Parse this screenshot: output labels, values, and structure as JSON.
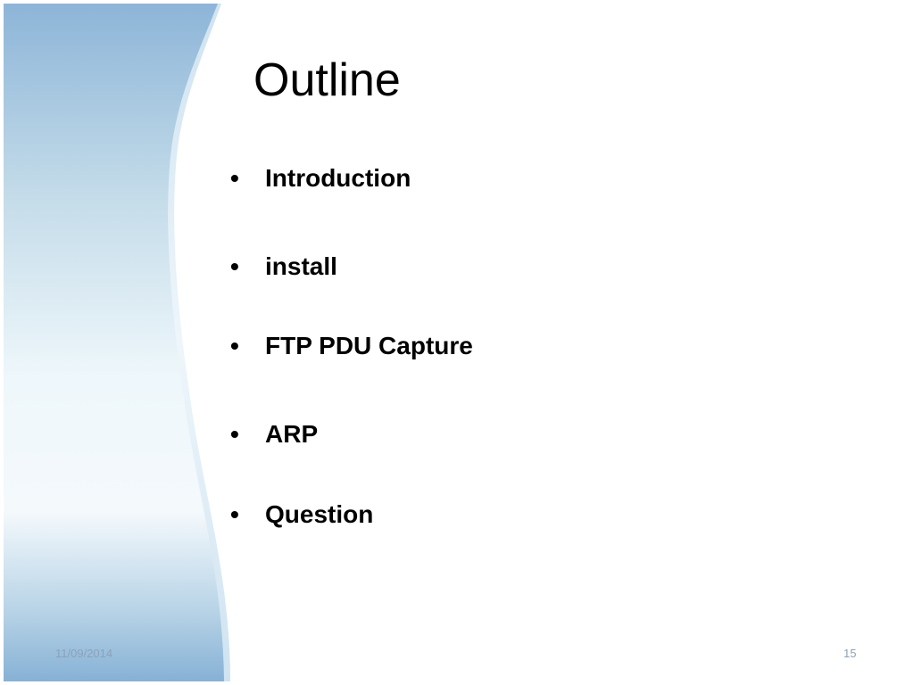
{
  "slide": {
    "title": "Outline",
    "bullets": [
      {
        "text": "Introduction"
      },
      {
        "text": "install"
      },
      {
        "text": "FTP PDU Capture"
      },
      {
        "text": "ARP"
      },
      {
        "text": "Question"
      }
    ],
    "bullet_symbol": "•",
    "footer": {
      "date": "11/09/2014",
      "page_number": "15"
    }
  },
  "colors": {
    "background": "#ffffff",
    "accent_blue": "#8fb7d8",
    "light_blue": "#eaf5fb",
    "footer_text": "#8aa2b7"
  }
}
